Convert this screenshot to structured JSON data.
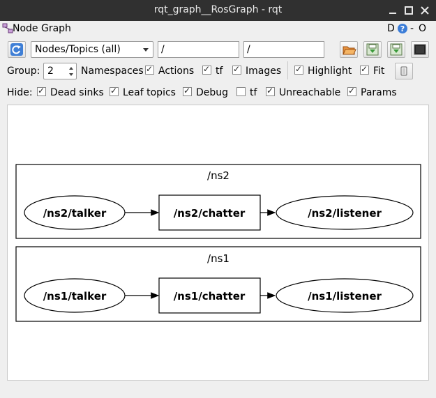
{
  "window": {
    "title": "rqt_graph__RosGraph - rqt"
  },
  "plugin": {
    "title": "Node Graph",
    "help_letter": "D",
    "close_glyph": "O"
  },
  "toolbar": {
    "graph_type": "Nodes/Topics (all)",
    "node_filter": "/",
    "topic_filter": "/"
  },
  "options": {
    "group_label": "Group:",
    "group_value": "2",
    "namespaces_label": "Namespaces",
    "actions_label": "Actions",
    "tf_label": "tf",
    "images_label": "Images",
    "highlight_label": "Highlight",
    "fit_label": "Fit"
  },
  "hide": {
    "label": "Hide:",
    "dead_sinks": "Dead sinks",
    "leaf_topics": "Leaf topics",
    "debug": "Debug",
    "tf": "tf",
    "unreachable": "Unreachable",
    "params": "Params"
  },
  "checks": {
    "namespaces": true,
    "actions": true,
    "tf": true,
    "images": true,
    "highlight": true,
    "fit": true,
    "dead_sinks": true,
    "leaf_topics": true,
    "debug": true,
    "hide_tf": false,
    "unreachable": true,
    "params": true
  },
  "graph": {
    "ns2": {
      "label": "/ns2",
      "talker": "/ns2/talker",
      "topic": "/ns2/chatter",
      "listener": "/ns2/listener"
    },
    "ns1": {
      "label": "/ns1",
      "talker": "/ns1/talker",
      "topic": "/ns1/chatter",
      "listener": "/ns1/listener"
    }
  },
  "icons": {
    "app": "graph-icon",
    "refresh": "refresh-icon",
    "load": "folder-open-icon",
    "save_dot": "save-dot-icon",
    "save_image": "save-image-icon",
    "screenshot": "screenshot-icon",
    "help": "help-icon",
    "fit_button": "fit-to-view-icon",
    "minimize": "minimize-icon",
    "maximize": "maximize-icon",
    "close": "close-icon"
  }
}
